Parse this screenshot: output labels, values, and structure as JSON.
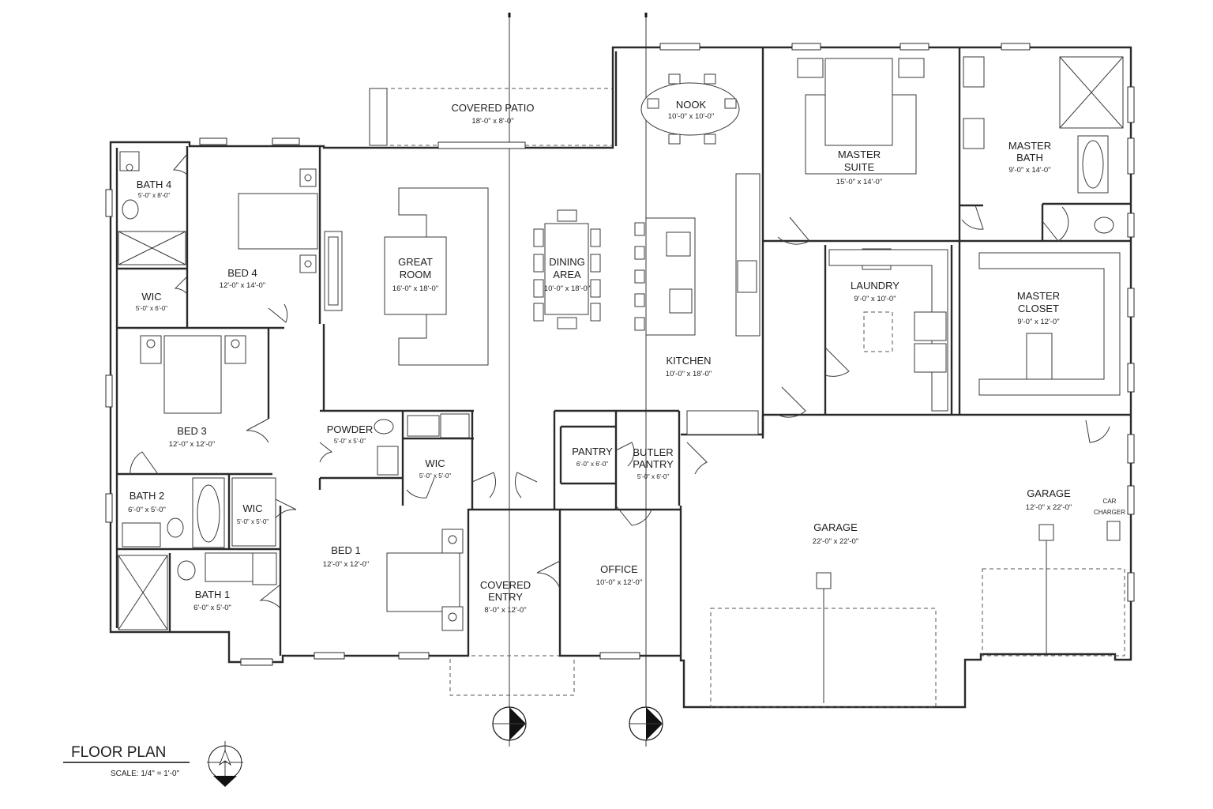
{
  "title": "FLOOR PLAN",
  "scale": "SCALE: 1/4\" = 1'-0\"",
  "rooms": {
    "covered_patio": {
      "name": "COVERED PATIO",
      "dims": "18'-0\" x 8'-0\""
    },
    "nook": {
      "name": "NOOK",
      "dims": "10'-0\" x 10'-0\""
    },
    "master_suite": {
      "name1": "MASTER",
      "name2": "SUITE",
      "dims": "15'-0\" x 14'-0\""
    },
    "master_bath": {
      "name1": "MASTER",
      "name2": "BATH",
      "dims": "9'-0\" x 14'-0\""
    },
    "bath4": {
      "name": "BATH 4",
      "dims": "5'-0\" x 8'-0\""
    },
    "bed4": {
      "name": "BED 4",
      "dims": "12'-0\" x 14'-0\""
    },
    "wic_bed4": {
      "name": "WIC",
      "dims": "5'-0\" x 6'-0\""
    },
    "great_room": {
      "name1": "GREAT",
      "name2": "ROOM",
      "dims": "16'-0\" x 18'-0\""
    },
    "dining": {
      "name1": "DINING",
      "name2": "AREA",
      "dims": "10'-0\" x 18'-0\""
    },
    "kitchen": {
      "name": "KITCHEN",
      "dims": "10'-0\" x 18'-0\""
    },
    "laundry": {
      "name": "LAUNDRY",
      "dims": "9'-0\" x 10'-0\""
    },
    "master_closet": {
      "name1": "MASTER",
      "name2": "CLOSET",
      "dims": "9'-0\" x 12'-0\""
    },
    "bed3": {
      "name": "BED 3",
      "dims": "12'-0\" x 12'-0\""
    },
    "powder": {
      "name": "POWDER",
      "dims": "5'-0\" x 5'-0\""
    },
    "wic_bed1": {
      "name": "WIC",
      "dims": "5'-0\" x 5'-0\""
    },
    "pantry": {
      "name": "PANTRY",
      "dims": "6'-0\" x 6'-0\""
    },
    "butler_pantry": {
      "name1": "BUTLER",
      "name2": "PANTRY",
      "dims": "5'-0\" x 6'-0\""
    },
    "bath2": {
      "name": "BATH 2",
      "dims": "6'-0\" x 5'-0\""
    },
    "wic_bath2": {
      "name": "WIC",
      "dims": "5'-0\" x 5'-0\""
    },
    "bed1": {
      "name": "BED 1",
      "dims": "12'-0\" x 12'-0\""
    },
    "covered_entry": {
      "name1": "COVERED",
      "name2": "ENTRY",
      "dims": "8'-0\" x 12'-0\""
    },
    "office": {
      "name": "OFFICE",
      "dims": "10'-0\" x 12'-0\""
    },
    "garage_main": {
      "name": "GARAGE",
      "dims": "22'-0\" x 22'-0\""
    },
    "garage_side": {
      "name": "GARAGE",
      "dims": "12'-0\" x 22'-0\""
    },
    "bath1": {
      "name": "BATH 1",
      "dims": "6'-0\" x 5'-0\""
    }
  },
  "car_charger": {
    "line1": "CAR",
    "line2": "CHARGER"
  }
}
